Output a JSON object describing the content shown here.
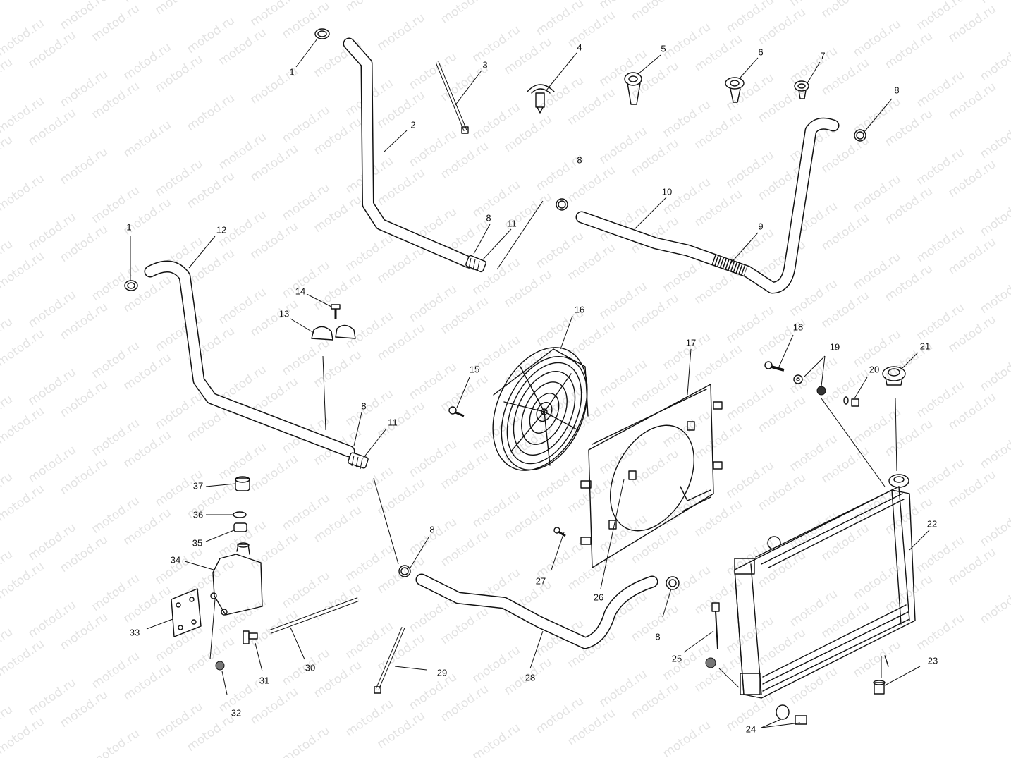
{
  "watermark": "motod.ru",
  "callouts": [
    "1",
    "2",
    "3",
    "4",
    "5",
    "6",
    "7",
    "8",
    "9",
    "10",
    "11",
    "12",
    "13",
    "14",
    "15",
    "16",
    "17",
    "18",
    "19",
    "20",
    "21",
    "22",
    "23",
    "24",
    "25",
    "26",
    "27",
    "28",
    "29",
    "30",
    "31",
    "32",
    "33",
    "34",
    "35",
    "36",
    "37"
  ]
}
